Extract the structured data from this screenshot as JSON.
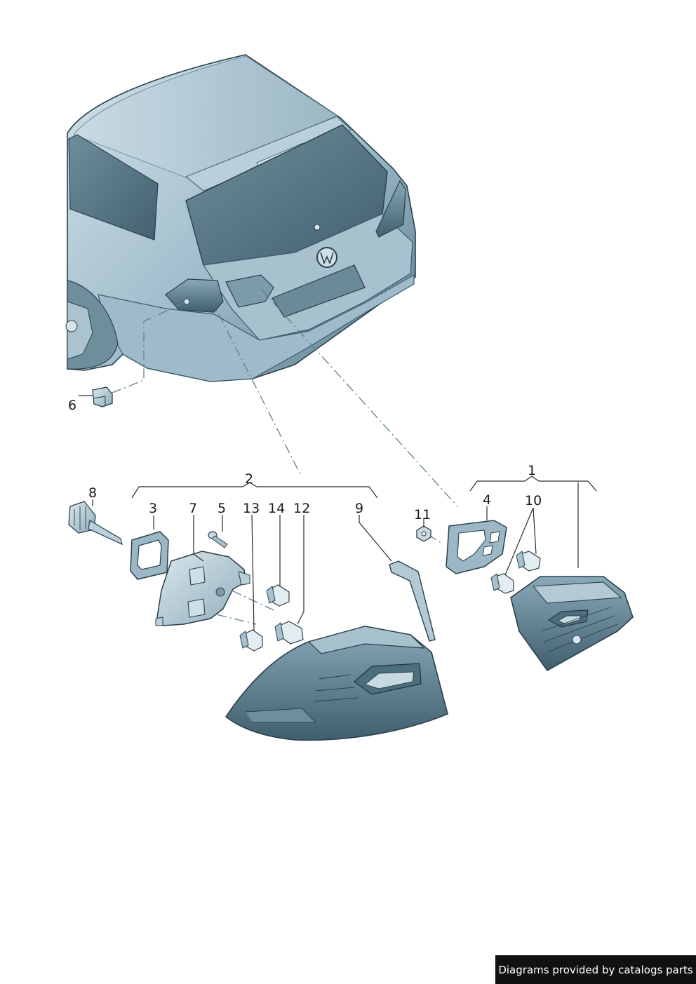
{
  "diagram": {
    "callouts": [
      {
        "id": "c1",
        "text": "1"
      },
      {
        "id": "c2",
        "text": "2"
      },
      {
        "id": "c3",
        "text": "3"
      },
      {
        "id": "c4",
        "text": "4"
      },
      {
        "id": "c5",
        "text": "5"
      },
      {
        "id": "c6",
        "text": "6"
      },
      {
        "id": "c7",
        "text": "7"
      },
      {
        "id": "c8",
        "text": "8"
      },
      {
        "id": "c9",
        "text": "9"
      },
      {
        "id": "c10",
        "text": "10"
      },
      {
        "id": "c11",
        "text": "11"
      },
      {
        "id": "c12",
        "text": "12"
      },
      {
        "id": "c13",
        "text": "13"
      },
      {
        "id": "c14",
        "text": "14"
      }
    ]
  },
  "credit": {
    "text": "Diagrams provided by catalogs parts"
  },
  "colors": {
    "body_light": "#c2d5de",
    "body_mid": "#8fb0bf",
    "body_dark": "#4e7384",
    "glass": "#5f7f8d",
    "outline": "#2b3f4a"
  }
}
